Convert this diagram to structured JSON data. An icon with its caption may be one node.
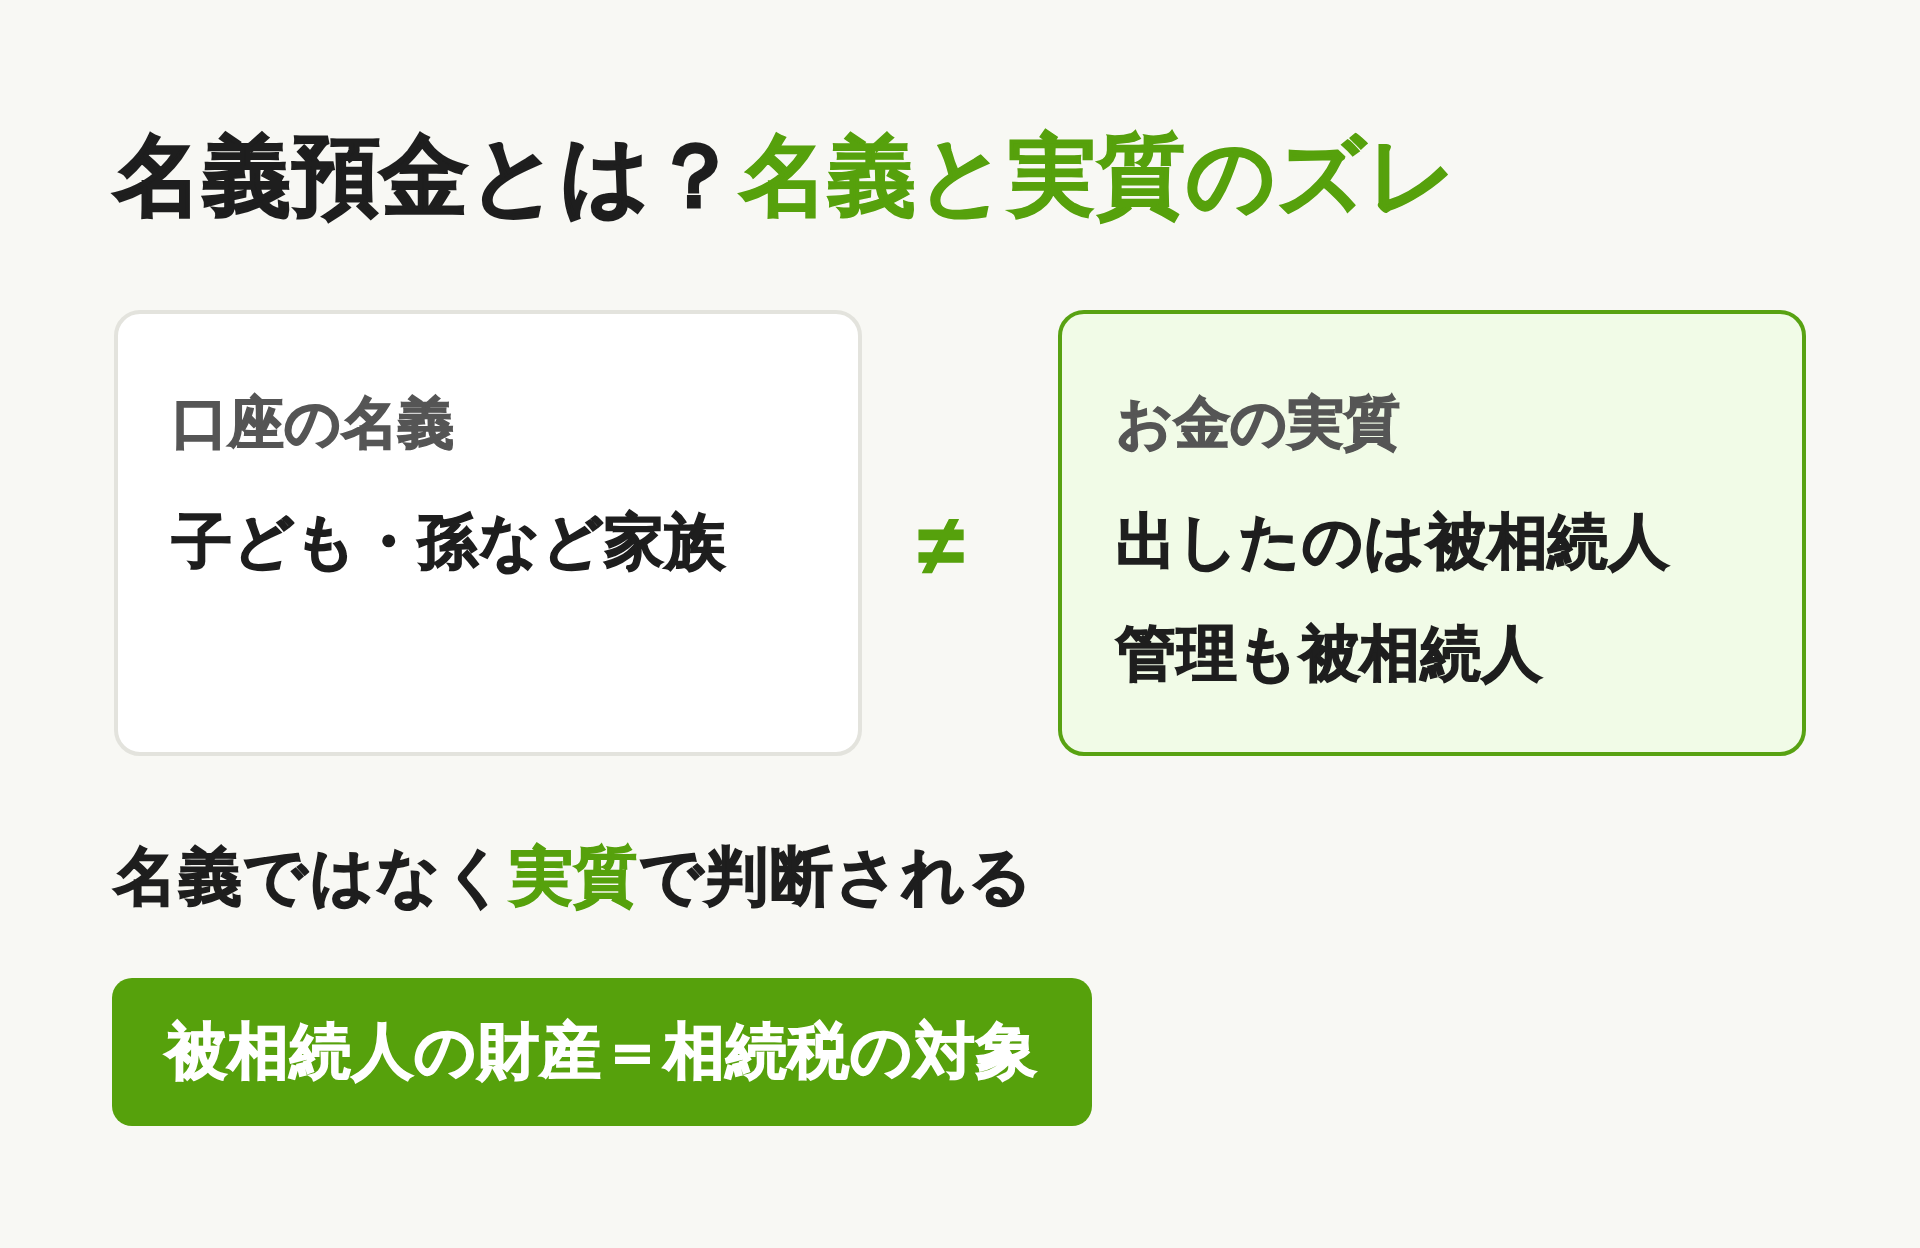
{
  "diagram": {
    "title": "名義預金とは？**名義と実質のズレ**",
    "nodes": [
      {
        "text": [
          "口座の名義",
          "子ども・孫など家族"
        ]
      },
      {
        "text": [
          "お金の実質",
          "出したのは被相続人",
          "管理も被相続人"
        ]
      },
      {
        "text": [
          "被相続人の財産＝相続税の対象"
        ]
      }
    ],
    "labels": [
      "≠",
      "名義ではなく**実質**で判断される"
    ]
  }
}
